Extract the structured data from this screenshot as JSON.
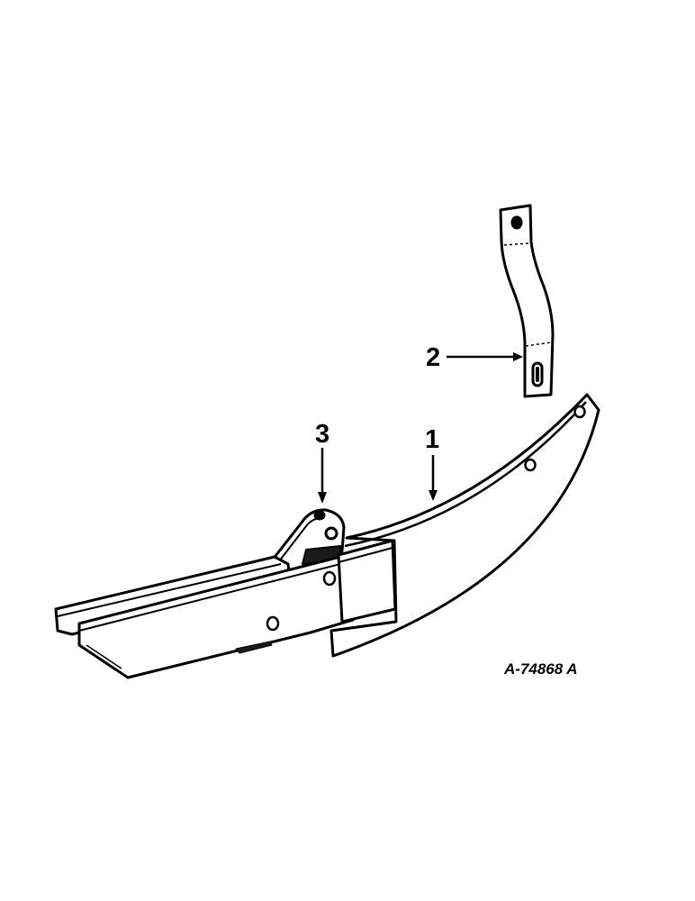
{
  "diagram": {
    "reference_code": "A-74868 A",
    "parts": [
      {
        "number": "1",
        "name": "curved-blade"
      },
      {
        "number": "2",
        "name": "offset-bracket"
      },
      {
        "number": "3",
        "name": "mounting-shank"
      }
    ]
  },
  "colors": {
    "line": "#000000",
    "fill": "#ffffff",
    "shade": "#1a1a1a"
  }
}
